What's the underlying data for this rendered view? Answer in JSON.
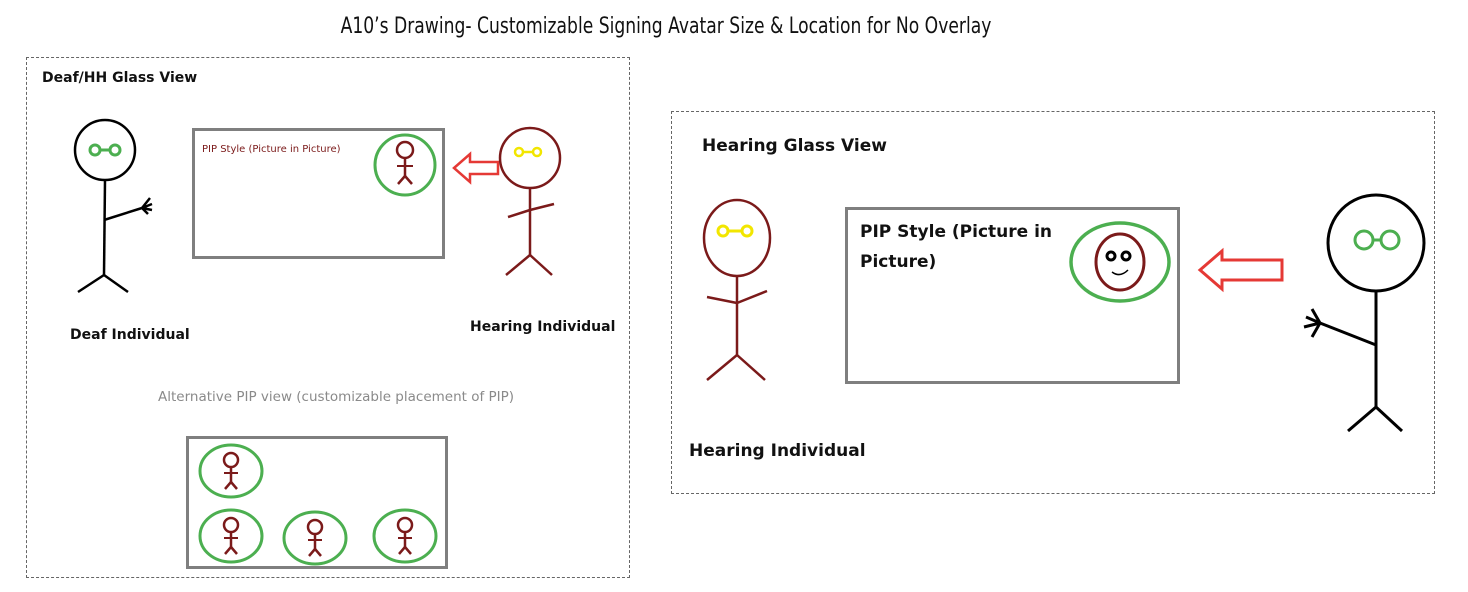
{
  "title": "A10’s Drawing- Customizable Signing Avatar Size & Location for No Overlay",
  "left_panel": {
    "heading": "Deaf/HH Glass View",
    "pip_label": "PIP Style (Picture in Picture)",
    "deaf_label": "Deaf Individual",
    "hearing_label": "Hearing Individual",
    "alt_caption": "Alternative PIP view (customizable placement of PIP)"
  },
  "right_panel": {
    "heading": "Hearing Glass View",
    "pip_label_line1": "PIP Style (Picture in",
    "pip_label_line2": "Picture)",
    "hearing_label": "Hearing Individual"
  },
  "colors": {
    "maroon": "#7b1a1a",
    "green": "#4caf50",
    "yellow": "#f2e600",
    "arrow_red": "#e53935",
    "black": "#000000",
    "box_gray": "#7f7f7f"
  },
  "icons": {
    "deaf_figure": "stick-figure-with-green-glasses-waving",
    "hearing_figure": "maroon-stick-figure-with-yellow-glasses",
    "arrow": "hollow-red-left-arrow",
    "avatar": "green-circle-avatar"
  }
}
